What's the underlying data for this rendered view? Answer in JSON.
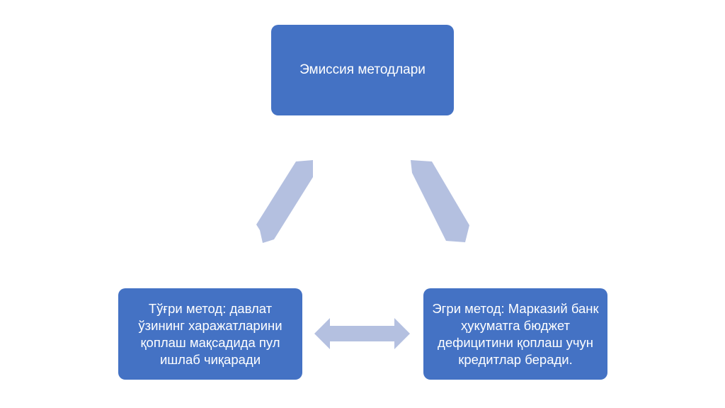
{
  "diagram": {
    "top_node": {
      "label": "Эмиссия методлари"
    },
    "left_node": {
      "label": "Тўғри метод: давлат ўзининг харажатларини қоплаш мақсадида пул ишлаб чиқаради"
    },
    "right_node": {
      "label": "Эгри метод: Марказий банк ҳукуматга бюджет дефицитини қоплаш учун кредитлар беради."
    },
    "colors": {
      "node_fill": "#4472c4",
      "node_text": "#ffffff",
      "arrow_fill": "#b4c0e0"
    },
    "connectors": [
      {
        "from": "top_node",
        "to": "left_node",
        "style": "double-headed-arrow"
      },
      {
        "from": "top_node",
        "to": "right_node",
        "style": "double-headed-arrow"
      },
      {
        "from": "left_node",
        "to": "right_node",
        "style": "double-headed-arrow"
      }
    ]
  }
}
